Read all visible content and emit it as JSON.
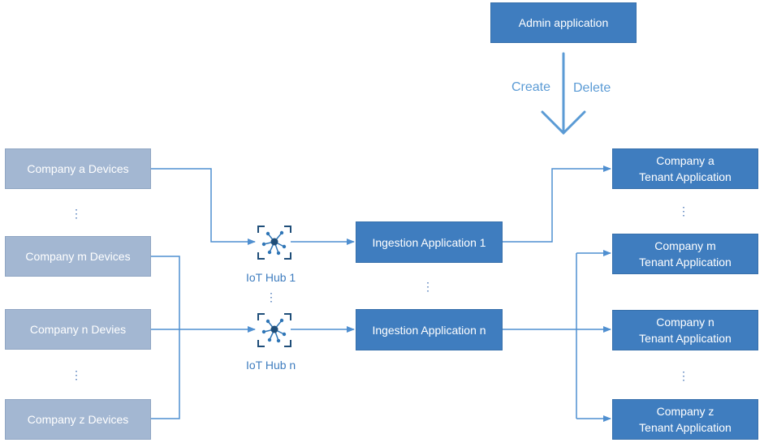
{
  "admin": {
    "label": "Admin application",
    "create_label": "Create",
    "delete_label": "Delete"
  },
  "devices": [
    {
      "label": "Company a Devices"
    },
    {
      "label": "Company m Devices"
    },
    {
      "label": "Company n Devies"
    },
    {
      "label": "Company z Devices"
    }
  ],
  "hubs": [
    {
      "label": "IoT Hub 1"
    },
    {
      "label": "IoT Hub n"
    }
  ],
  "ingestion": [
    {
      "label": "Ingestion Application 1"
    },
    {
      "label": "Ingestion Application n"
    }
  ],
  "tenants": [
    {
      "line1": "Company a",
      "line2": "Tenant Application"
    },
    {
      "line1": "Company m",
      "line2": "Tenant Application"
    },
    {
      "line1": "Company n",
      "line2": "Tenant Application"
    },
    {
      "line1": "Company z",
      "line2": "Tenant Application"
    }
  ],
  "ellipsis": "⋮",
  "colors": {
    "device_fill": "#a3b7d2",
    "app_fill": "#3f7dbf",
    "connector": "#4f8fd0",
    "label_text": "#5b9bd5"
  },
  "icons": {
    "hub": "iot-hub-icon"
  }
}
